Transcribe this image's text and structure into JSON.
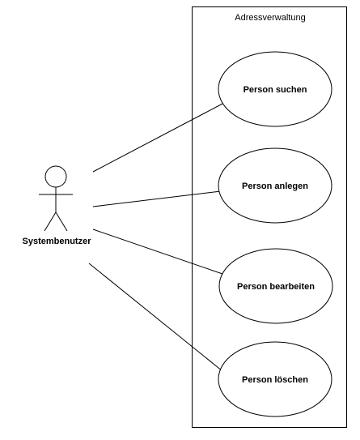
{
  "system": {
    "title": "Adressverwaltung"
  },
  "actor": {
    "name": "Systembenutzer"
  },
  "use_cases": [
    {
      "label": "Person suchen"
    },
    {
      "label": "Person anlegen"
    },
    {
      "label": "Person bearbeiten"
    },
    {
      "label": "Person löschen"
    }
  ],
  "colors": {
    "stroke": "#000000",
    "background": "#ffffff"
  }
}
